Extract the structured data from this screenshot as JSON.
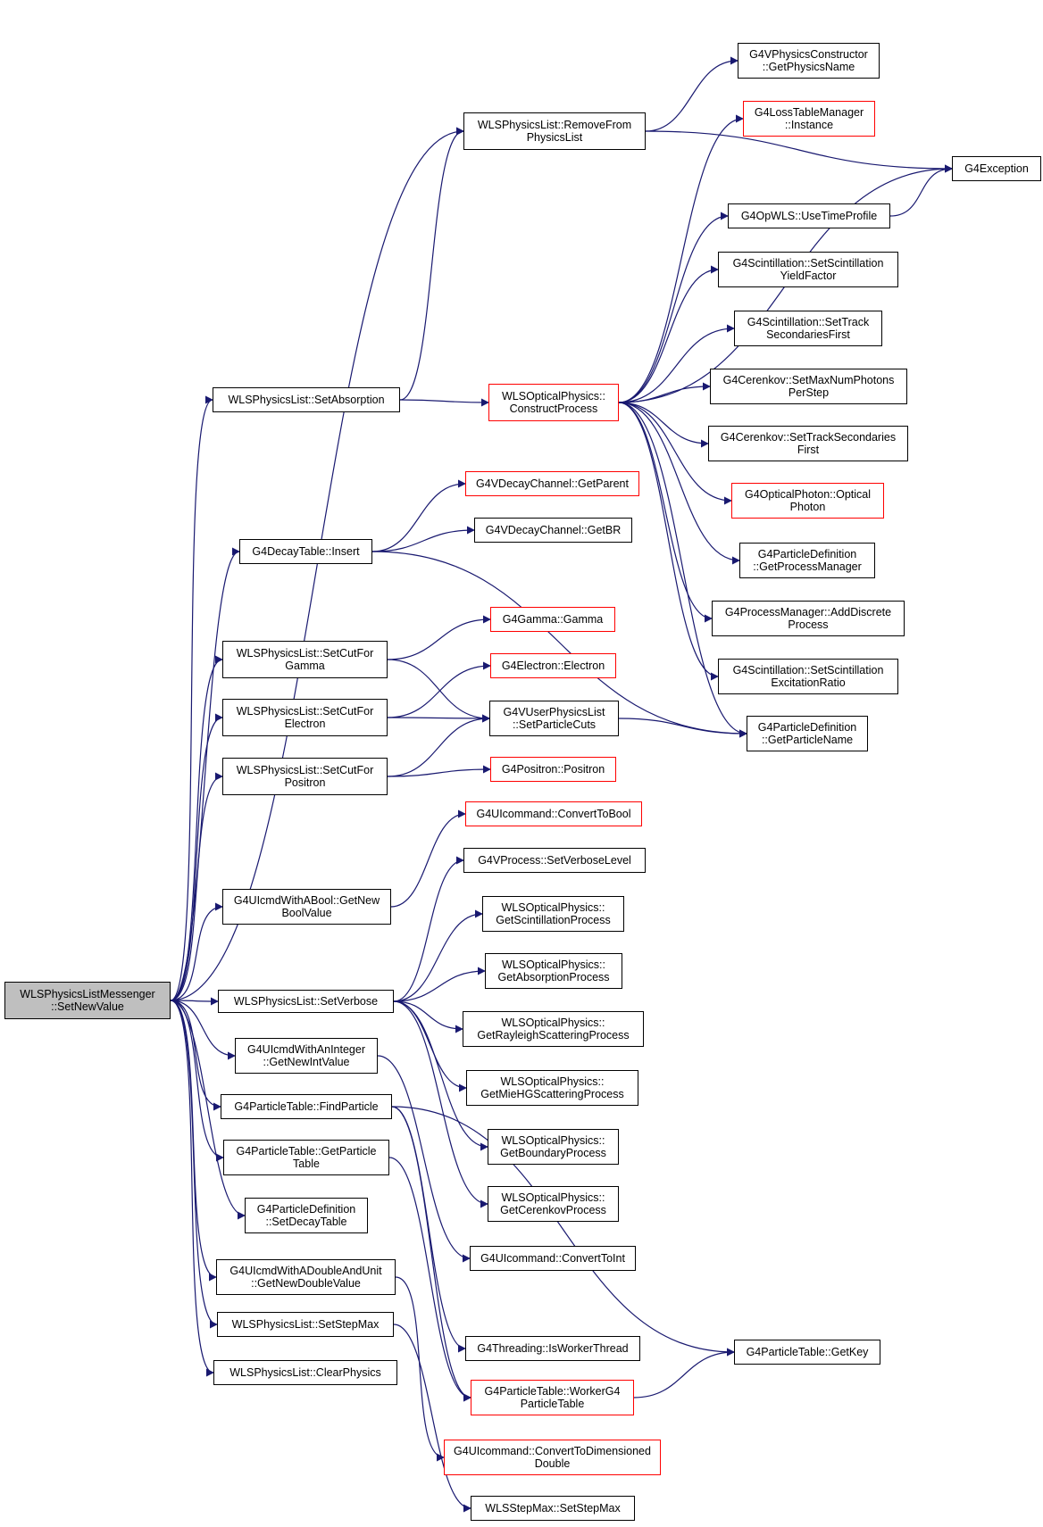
{
  "colors": {
    "edge": "#191970",
    "border": "#000000",
    "highlight": "#ff0000",
    "root_fill": "#bfbfbf"
  },
  "nodes": [
    {
      "id": "root",
      "label": "WLSPhysicsListMessenger\n::SetNewValue",
      "style": "root"
    },
    {
      "id": "removeFrom",
      "label": "WLSPhysicsList::RemoveFrom\nPhysicsList",
      "style": "normal"
    },
    {
      "id": "getPhysicsName",
      "label": "G4VPhysicsConstructor\n::GetPhysicsName",
      "style": "normal"
    },
    {
      "id": "lossTableMgr",
      "label": "G4LossTableManager\n::Instance",
      "style": "red"
    },
    {
      "id": "g4Exception",
      "label": "G4Exception",
      "style": "normal"
    },
    {
      "id": "useTimeProfile",
      "label": "G4OpWLS::UseTimeProfile",
      "style": "normal"
    },
    {
      "id": "scintYield",
      "label": "G4Scintillation::SetScintillation\nYieldFactor",
      "style": "normal"
    },
    {
      "id": "scintTrackSec",
      "label": "G4Scintillation::SetTrack\nSecondariesFirst",
      "style": "normal"
    },
    {
      "id": "cerenkovMax",
      "label": "G4Cerenkov::SetMaxNumPhotons\nPerStep",
      "style": "normal"
    },
    {
      "id": "cerenkovTrack",
      "label": "G4Cerenkov::SetTrackSecondaries\nFirst",
      "style": "normal"
    },
    {
      "id": "opticalPhoton",
      "label": "G4OpticalPhoton::Optical\nPhoton",
      "style": "red"
    },
    {
      "id": "getProcessMgr",
      "label": "G4ParticleDefinition\n::GetProcessManager",
      "style": "normal"
    },
    {
      "id": "addDiscrete",
      "label": "G4ProcessManager::AddDiscrete\nProcess",
      "style": "normal"
    },
    {
      "id": "scintExcitation",
      "label": "G4Scintillation::SetScintillation\nExcitationRatio",
      "style": "normal"
    },
    {
      "id": "getParticleName",
      "label": "G4ParticleDefinition\n::GetParticleName",
      "style": "normal"
    },
    {
      "id": "setAbsorption",
      "label": "WLSPhysicsList::SetAbsorption",
      "style": "normal"
    },
    {
      "id": "constructProcess",
      "label": "WLSOpticalPhysics::\nConstructProcess",
      "style": "red"
    },
    {
      "id": "getParent",
      "label": "G4VDecayChannel::GetParent",
      "style": "red"
    },
    {
      "id": "decayInsert",
      "label": "G4DecayTable::Insert",
      "style": "normal"
    },
    {
      "id": "getBR",
      "label": "G4VDecayChannel::GetBR",
      "style": "normal"
    },
    {
      "id": "gammaGamma",
      "label": "G4Gamma::Gamma",
      "style": "red"
    },
    {
      "id": "cutGamma",
      "label": "WLSPhysicsList::SetCutFor\nGamma",
      "style": "normal"
    },
    {
      "id": "electronElectron",
      "label": "G4Electron::Electron",
      "style": "red"
    },
    {
      "id": "cutElectron",
      "label": "WLSPhysicsList::SetCutFor\nElectron",
      "style": "normal"
    },
    {
      "id": "setParticleCuts",
      "label": "G4VUserPhysicsList\n::SetParticleCuts",
      "style": "normal"
    },
    {
      "id": "cutPositron",
      "label": "WLSPhysicsList::SetCutFor\nPositron",
      "style": "normal"
    },
    {
      "id": "positronPositron",
      "label": "G4Positron::Positron",
      "style": "red"
    },
    {
      "id": "convertToBool",
      "label": "G4UIcommand::ConvertToBool",
      "style": "red"
    },
    {
      "id": "getNewBool",
      "label": "G4UIcmdWithABool::GetNew\nBoolValue",
      "style": "normal"
    },
    {
      "id": "setVerboseLevel",
      "label": "G4VProcess::SetVerboseLevel",
      "style": "normal"
    },
    {
      "id": "getScintProc",
      "label": "WLSOpticalPhysics::\nGetScintillationProcess",
      "style": "normal"
    },
    {
      "id": "getAbsorpProc",
      "label": "WLSOpticalPhysics::\nGetAbsorptionProcess",
      "style": "normal"
    },
    {
      "id": "setVerbose",
      "label": "WLSPhysicsList::SetVerbose",
      "style": "normal"
    },
    {
      "id": "getRayleigh",
      "label": "WLSOpticalPhysics::\nGetRayleighScatteringProcess",
      "style": "normal"
    },
    {
      "id": "getNewInt",
      "label": "G4UIcmdWithAnInteger\n::GetNewIntValue",
      "style": "normal"
    },
    {
      "id": "getMie",
      "label": "WLSOpticalPhysics::\nGetMieHGScatteringProcess",
      "style": "normal"
    },
    {
      "id": "findParticle",
      "label": "G4ParticleTable::FindParticle",
      "style": "normal"
    },
    {
      "id": "getBoundary",
      "label": "WLSOpticalPhysics::\nGetBoundaryProcess",
      "style": "normal"
    },
    {
      "id": "getParticleTable",
      "label": "G4ParticleTable::GetParticle\nTable",
      "style": "normal"
    },
    {
      "id": "getCerenkov",
      "label": "WLSOpticalPhysics::\nGetCerenkovProcess",
      "style": "normal"
    },
    {
      "id": "setDecayTable",
      "label": "G4ParticleDefinition\n::SetDecayTable",
      "style": "normal"
    },
    {
      "id": "convertToInt",
      "label": "G4UIcommand::ConvertToInt",
      "style": "normal"
    },
    {
      "id": "getNewDouble",
      "label": "G4UIcmdWithADoubleAndUnit\n::GetNewDoubleValue",
      "style": "normal"
    },
    {
      "id": "setStepMax",
      "label": "WLSPhysicsList::SetStepMax",
      "style": "normal"
    },
    {
      "id": "isWorkerThread",
      "label": "G4Threading::IsWorkerThread",
      "style": "normal"
    },
    {
      "id": "getKey",
      "label": "G4ParticleTable::GetKey",
      "style": "normal"
    },
    {
      "id": "clearPhysics",
      "label": "WLSPhysicsList::ClearPhysics",
      "style": "normal"
    },
    {
      "id": "workerG4",
      "label": "G4ParticleTable::WorkerG4\nParticleTable",
      "style": "red"
    },
    {
      "id": "convertToDim",
      "label": "G4UIcommand::ConvertToDimensioned\nDouble",
      "style": "red"
    },
    {
      "id": "stepMaxSet",
      "label": "WLSStepMax::SetStepMax",
      "style": "normal"
    }
  ],
  "edges": [
    [
      "root",
      "removeFrom"
    ],
    [
      "root",
      "setAbsorption"
    ],
    [
      "root",
      "decayInsert"
    ],
    [
      "root",
      "cutGamma"
    ],
    [
      "root",
      "cutElectron"
    ],
    [
      "root",
      "cutPositron"
    ],
    [
      "root",
      "getNewBool"
    ],
    [
      "root",
      "setVerbose"
    ],
    [
      "root",
      "getNewInt"
    ],
    [
      "root",
      "findParticle"
    ],
    [
      "root",
      "getParticleTable"
    ],
    [
      "root",
      "setDecayTable"
    ],
    [
      "root",
      "getNewDouble"
    ],
    [
      "root",
      "setStepMax"
    ],
    [
      "root",
      "clearPhysics"
    ],
    [
      "removeFrom",
      "getPhysicsName"
    ],
    [
      "removeFrom",
      "g4Exception"
    ],
    [
      "setAbsorption",
      "removeFrom"
    ],
    [
      "setAbsorption",
      "constructProcess"
    ],
    [
      "constructProcess",
      "lossTableMgr"
    ],
    [
      "constructProcess",
      "g4Exception"
    ],
    [
      "constructProcess",
      "useTimeProfile"
    ],
    [
      "constructProcess",
      "scintYield"
    ],
    [
      "constructProcess",
      "scintTrackSec"
    ],
    [
      "constructProcess",
      "cerenkovMax"
    ],
    [
      "constructProcess",
      "cerenkovTrack"
    ],
    [
      "constructProcess",
      "opticalPhoton"
    ],
    [
      "constructProcess",
      "getProcessMgr"
    ],
    [
      "constructProcess",
      "addDiscrete"
    ],
    [
      "constructProcess",
      "scintExcitation"
    ],
    [
      "constructProcess",
      "getParticleName"
    ],
    [
      "useTimeProfile",
      "g4Exception"
    ],
    [
      "decayInsert",
      "getParent"
    ],
    [
      "decayInsert",
      "getBR"
    ],
    [
      "decayInsert",
      "getParticleName"
    ],
    [
      "cutGamma",
      "gammaGamma"
    ],
    [
      "cutGamma",
      "setParticleCuts"
    ],
    [
      "cutElectron",
      "electronElectron"
    ],
    [
      "cutElectron",
      "setParticleCuts"
    ],
    [
      "cutPositron",
      "setParticleCuts"
    ],
    [
      "cutPositron",
      "positronPositron"
    ],
    [
      "setParticleCuts",
      "getParticleName"
    ],
    [
      "getNewBool",
      "convertToBool"
    ],
    [
      "setVerbose",
      "setVerboseLevel"
    ],
    [
      "setVerbose",
      "getScintProc"
    ],
    [
      "setVerbose",
      "getAbsorpProc"
    ],
    [
      "setVerbose",
      "getRayleigh"
    ],
    [
      "setVerbose",
      "getMie"
    ],
    [
      "setVerbose",
      "getBoundary"
    ],
    [
      "setVerbose",
      "getCerenkov"
    ],
    [
      "getNewInt",
      "convertToInt"
    ],
    [
      "findParticle",
      "getKey"
    ],
    [
      "findParticle",
      "isWorkerThread"
    ],
    [
      "findParticle",
      "workerG4"
    ],
    [
      "getParticleTable",
      "workerG4"
    ],
    [
      "workerG4",
      "getKey"
    ],
    [
      "getNewDouble",
      "convertToDim"
    ],
    [
      "setStepMax",
      "stepMaxSet"
    ]
  ]
}
